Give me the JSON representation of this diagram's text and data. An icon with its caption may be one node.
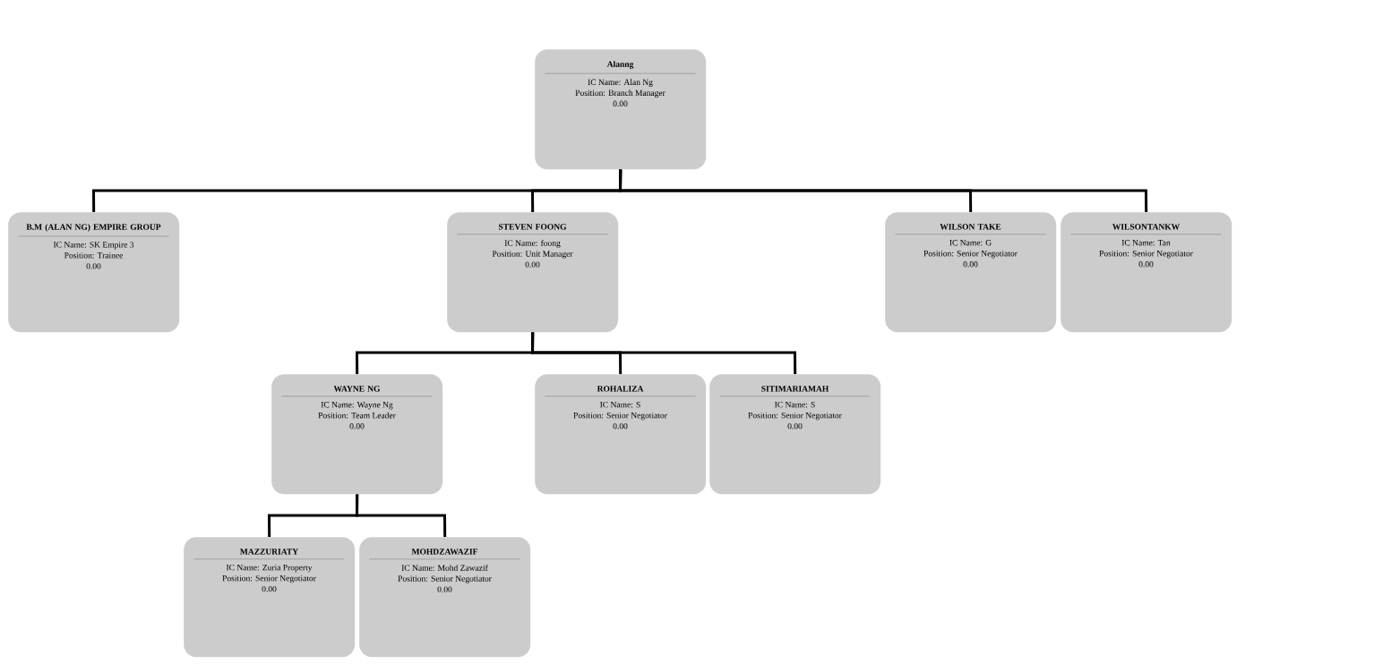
{
  "diagram": {
    "nodes": [
      {
        "text": [
          "Alanng",
          "IC Name: Alan Ng",
          "Position: Branch Manager",
          "0.00"
        ]
      },
      {
        "text": [
          "B.M (ALAN NG) EMPIRE GROUP",
          "IC Name: SK Empire 3",
          "Position: Trainee",
          "0.00"
        ]
      },
      {
        "text": [
          "STEVEN FOONG",
          "IC Name: foong",
          "Position: Unit Manager",
          "0.00"
        ]
      },
      {
        "text": [
          "WILSON TAKE",
          "IC Name: G",
          "Position: Senior Negotiator",
          "0.00"
        ]
      },
      {
        "text": [
          "WILSONTANKW",
          "IC Name: Tan",
          "Position: Senior Negotiator",
          "0.00"
        ]
      },
      {
        "text": [
          "WAYNE NG",
          "IC Name: Wayne Ng",
          "Position: Team Leader",
          "0.00"
        ]
      },
      {
        "text": [
          "ROHALIZA",
          "IC Name: S",
          "Position: Senior Negotiator",
          "0.00"
        ]
      },
      {
        "text": [
          "SITIMARIAMAH",
          "IC Name: S",
          "Position: Senior Negotiator",
          "0.00"
        ]
      },
      {
        "text": [
          "MAZZURIATY",
          "IC Name: Zuria Property",
          "Position: Senior Negotiator",
          "0.00"
        ]
      },
      {
        "text": [
          "MOHDZAWAZIF",
          "IC Name: Mohd Zawazif",
          "Position: Senior Negotiator",
          "0.00"
        ]
      }
    ],
    "edges": [
      {
        "from": 0,
        "to": 1,
        "arrow": "none"
      },
      {
        "from": 0,
        "to": 2,
        "arrow": "none"
      },
      {
        "from": 0,
        "to": 3,
        "arrow": "none"
      },
      {
        "from": 0,
        "to": 4,
        "arrow": "none"
      },
      {
        "from": 2,
        "to": 5,
        "arrow": "none"
      },
      {
        "from": 2,
        "to": 6,
        "arrow": "none"
      },
      {
        "from": 2,
        "to": 7,
        "arrow": "none"
      },
      {
        "from": 5,
        "to": 8,
        "arrow": "none"
      },
      {
        "from": 5,
        "to": 9,
        "arrow": "none"
      }
    ]
  }
}
